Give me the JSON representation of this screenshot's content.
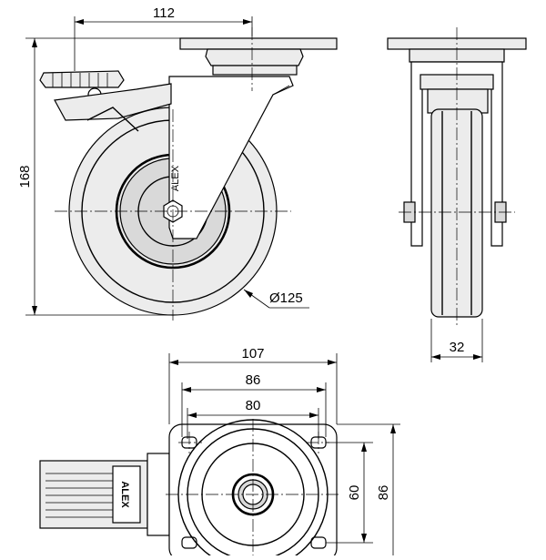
{
  "dimensions": {
    "side_top_width": "112",
    "side_height": "168",
    "wheel_diameter": "Ø125",
    "front_wheel_width": "32",
    "plate_width": "107",
    "hole_spacing_outer": "86",
    "hole_spacing_inner": "80",
    "hole_spacing_vertical_inner": "60",
    "hole_spacing_vertical_outer": "86"
  },
  "labels": {
    "brand_vertical": "ALEX",
    "brand_pedal": "ALEX"
  }
}
